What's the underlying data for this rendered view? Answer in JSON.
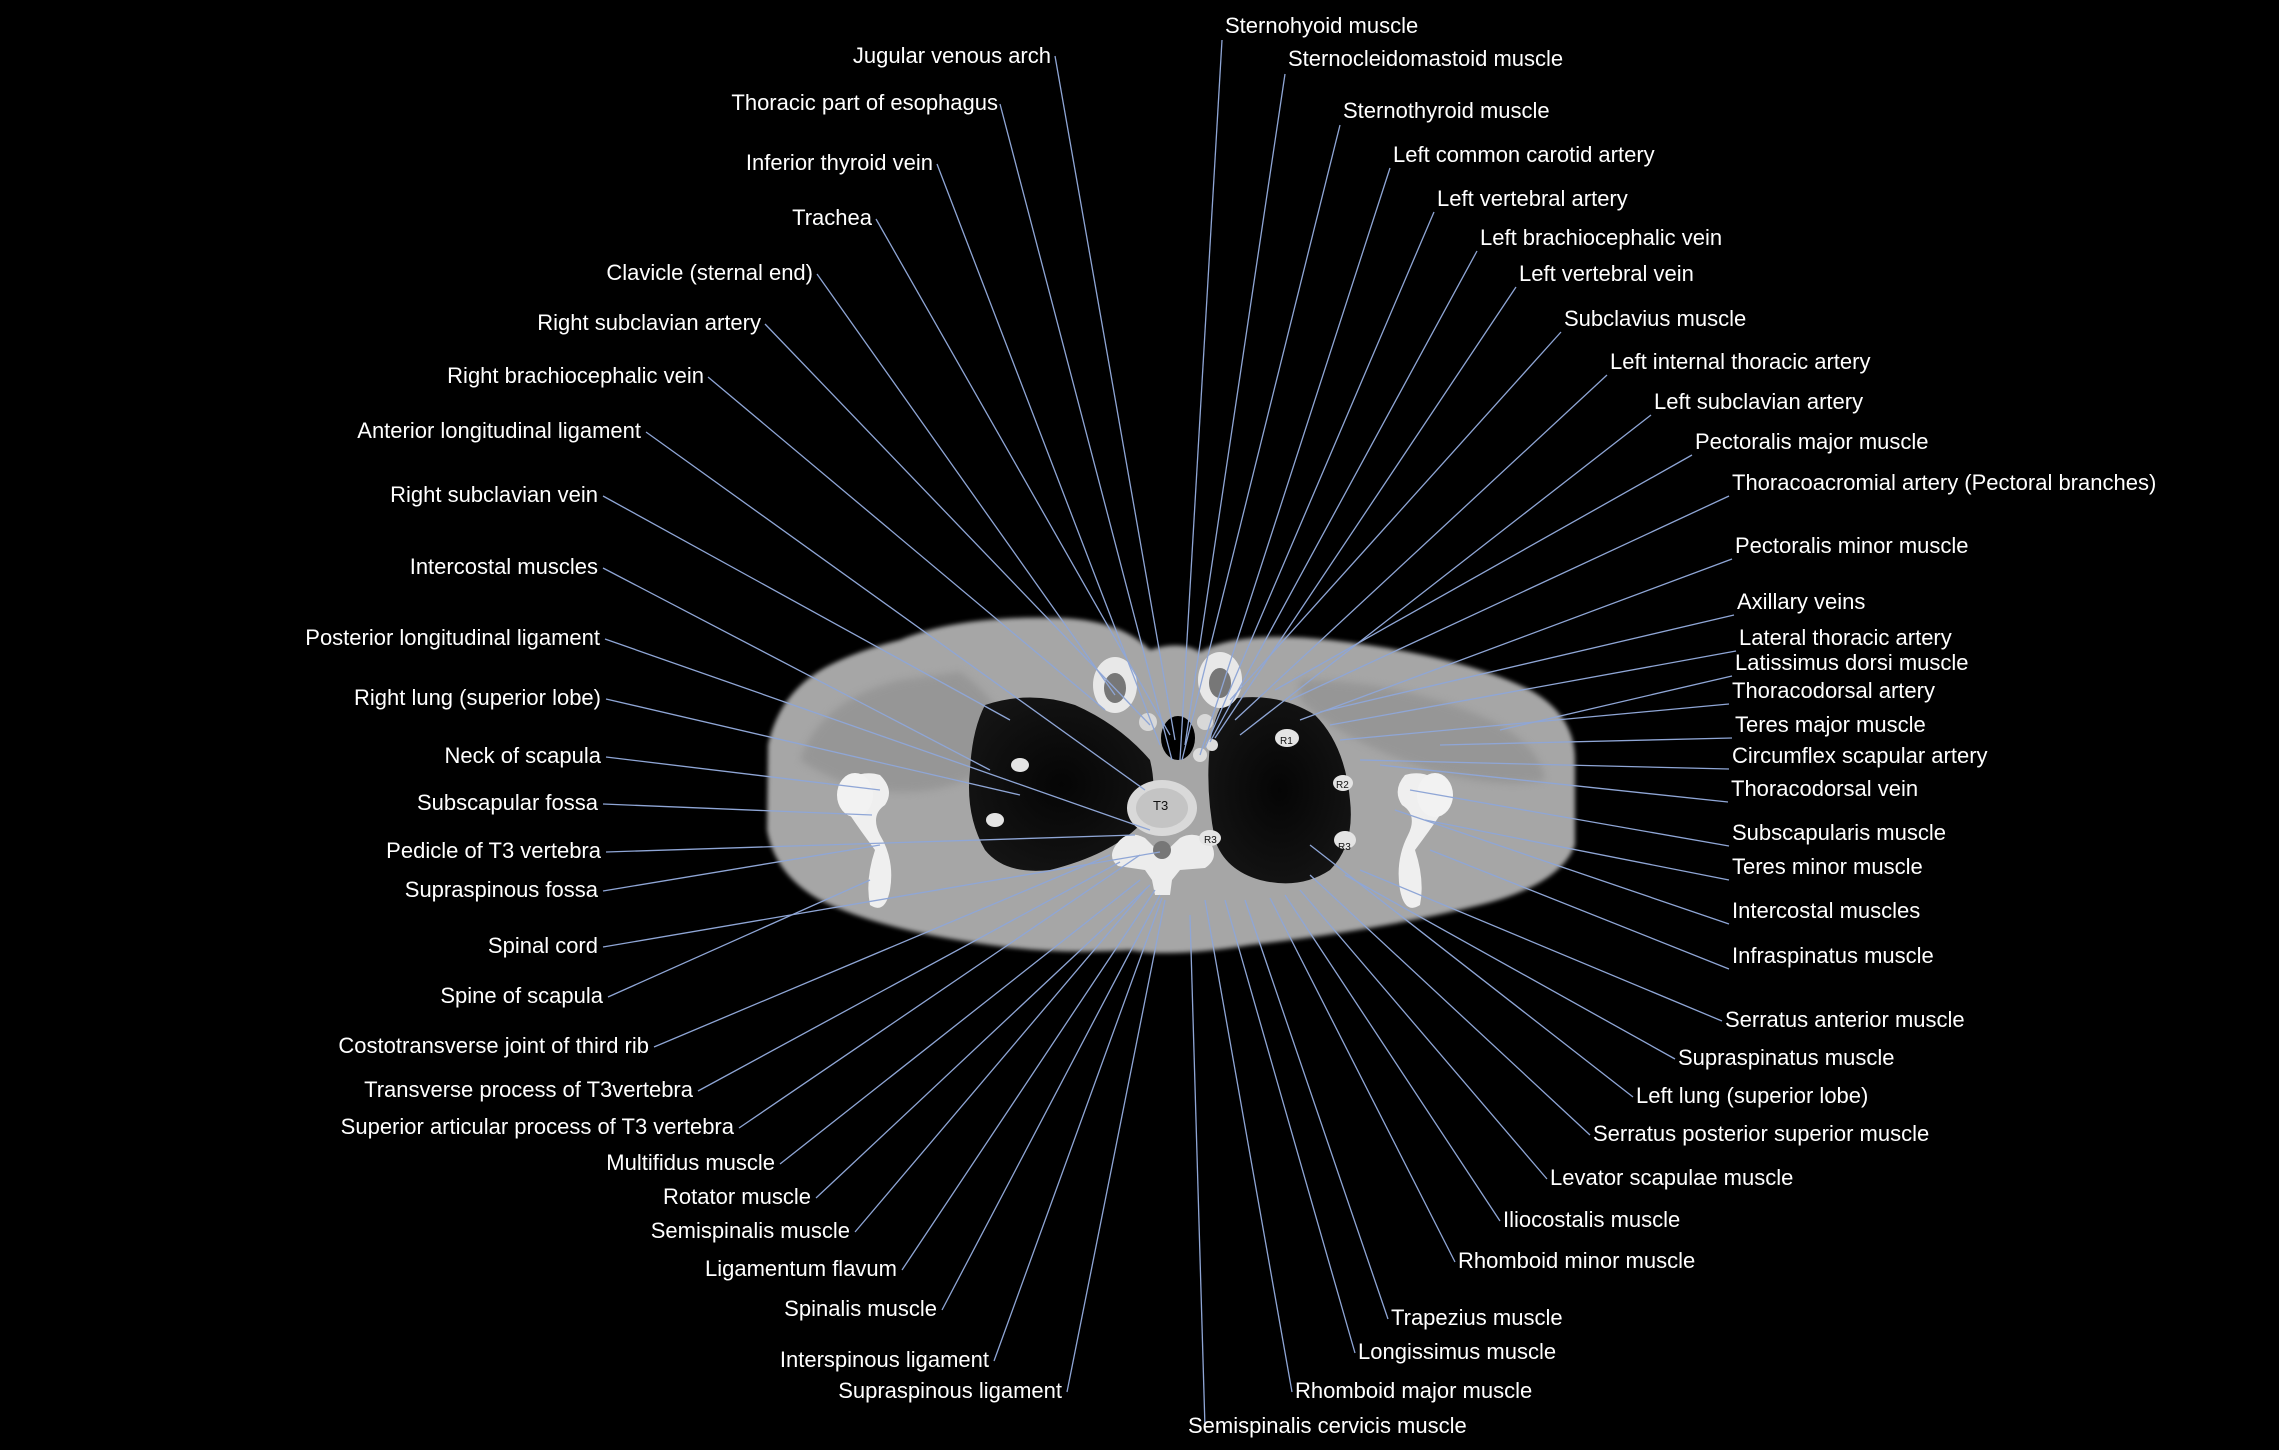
{
  "slice": {
    "vertebra_label": "T3",
    "rib_labels": [
      "R1",
      "R2",
      "R3",
      "R3"
    ]
  },
  "labels": {
    "top": [
      "Sternohyoid muscle",
      "Jugular venous arch",
      "Sternocleidomastoid muscle"
    ],
    "left": [
      "Thoracic part of esophagus",
      "Inferior thyroid vein",
      "Trachea",
      "Clavicle (sternal end)",
      "Right subclavian artery",
      "Right brachiocephalic vein",
      "Anterior longitudinal ligament",
      "Right subclavian vein",
      "Intercostal muscles",
      "Posterior longitudinal ligament",
      "Right lung (superior lobe)",
      "Neck of scapula",
      "Subscapular fossa",
      "Pedicle of T3 vertebra",
      "Supraspinous fossa",
      "Spinal cord",
      "Spine of scapula",
      "Costotransverse joint of third rib",
      "Transverse process of T3vertebra",
      "Superior articular process of T3 vertebra",
      "Multifidus muscle",
      "Rotator muscle",
      "Semispinalis muscle",
      "Ligamentum flavum",
      "Spinalis muscle",
      "Interspinous ligament",
      "Supraspinous ligament"
    ],
    "right": [
      "Sternothyroid muscle",
      "Left common carotid artery",
      "Left vertebral artery",
      "Left brachiocephalic vein",
      "Left vertebral vein",
      "Subclavius muscle",
      "Left internal thoracic artery",
      "Left subclavian artery",
      "Pectoralis major muscle",
      "Thoracoacromial artery (Pectoral branches)",
      "Pectoralis minor muscle",
      "Axillary veins",
      "Lateral thoracic artery",
      "Latissimus dorsi muscle",
      "Thoracodorsal artery",
      "Teres major muscle",
      "Circumflex scapular artery",
      "Thoracodorsal vein",
      "Subscapularis muscle",
      "Teres minor muscle",
      "Intercostal muscles",
      "Infraspinatus muscle",
      "Serratus anterior muscle",
      "Supraspinatus muscle",
      "Left lung (superior lobe)",
      "Serratus posterior superior muscle",
      "Levator scapulae muscle",
      "Iliocostalis muscle",
      "Rhomboid minor muscle",
      "Trapezius muscle",
      "Longissimus muscle",
      "Rhomboid major muscle",
      "Semispinalis cervicis muscle"
    ]
  },
  "colors": {
    "background": "#000000",
    "label_text": "#ffffff",
    "leader_line": "#8fa6d6"
  }
}
